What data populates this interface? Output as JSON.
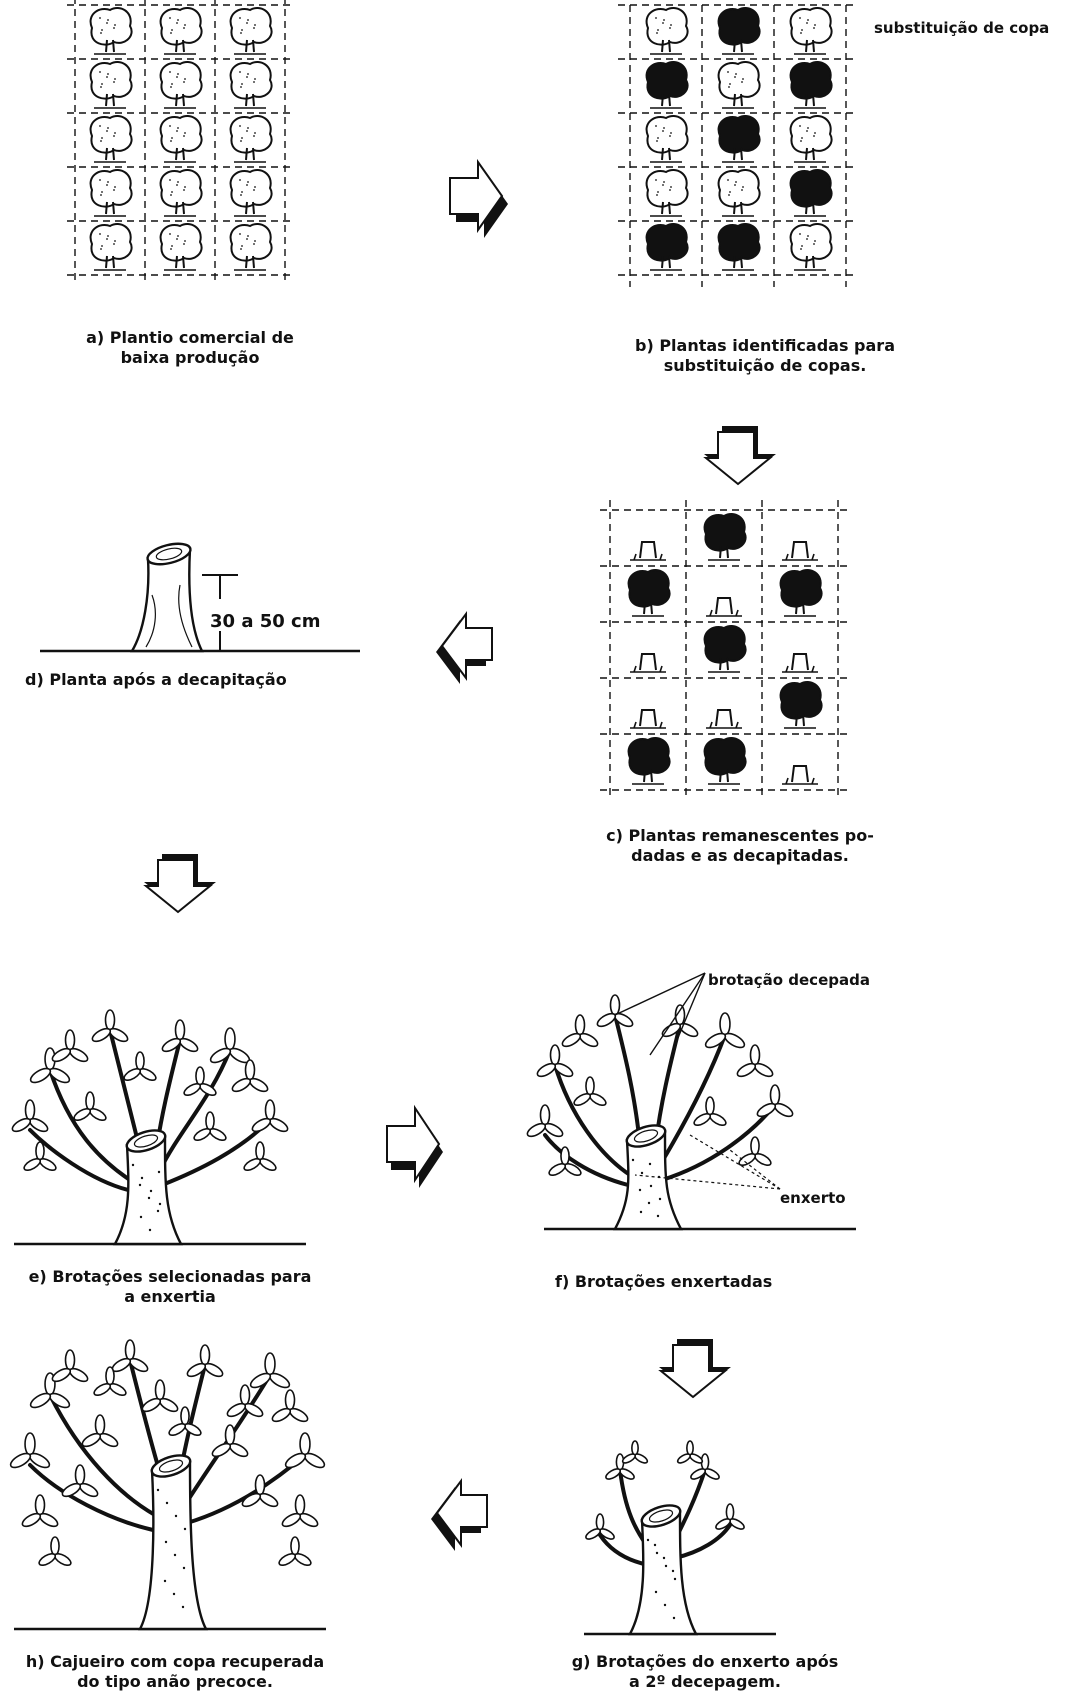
{
  "panels": {
    "a": {
      "line1": "a) Plantio comercial de",
      "line2": "baixa produção"
    },
    "b": {
      "line1": "b) Plantas identificadas para",
      "line2": "substituição de copas."
    },
    "c": {
      "line1": "c) Plantas remanescentes po-",
      "line2": "dadas e as decapitadas."
    },
    "d": {
      "line1": "d) Planta após a decapitação",
      "height_label": "30 a 50 cm"
    },
    "e": {
      "line1": "e) Brotações selecionadas para",
      "line2": "a enxertia"
    },
    "f": {
      "line1": "f) Brotações enxertadas",
      "callout_top": "brotação decepada",
      "callout_side": "enxerto"
    },
    "g": {
      "line1": "g) Brotações do enxerto após",
      "line2": "a 2º decepagem."
    },
    "h": {
      "line1": "h) Cajueiro com copa recuperada",
      "line2": "do tipo anão precoce."
    }
  },
  "legend": {
    "substituicao": "substituição de copa"
  },
  "grids": {
    "a": [
      [
        "open",
        "open",
        "open"
      ],
      [
        "open",
        "open",
        "open"
      ],
      [
        "open",
        "open",
        "open"
      ],
      [
        "open",
        "open",
        "open"
      ],
      [
        "open",
        "open",
        "open"
      ]
    ],
    "b": [
      [
        "open",
        "filled",
        "open"
      ],
      [
        "filled",
        "open",
        "filled"
      ],
      [
        "open",
        "filled",
        "open"
      ],
      [
        "open",
        "open",
        "filled"
      ],
      [
        "filled",
        "filled",
        "open"
      ]
    ],
    "c": [
      [
        "stump",
        "filled",
        "stump"
      ],
      [
        "filled",
        "stump",
        "filled"
      ],
      [
        "stump",
        "filled",
        "stump"
      ],
      [
        "stump",
        "stump",
        "filled"
      ],
      [
        "filled",
        "filled",
        "stump"
      ]
    ]
  }
}
